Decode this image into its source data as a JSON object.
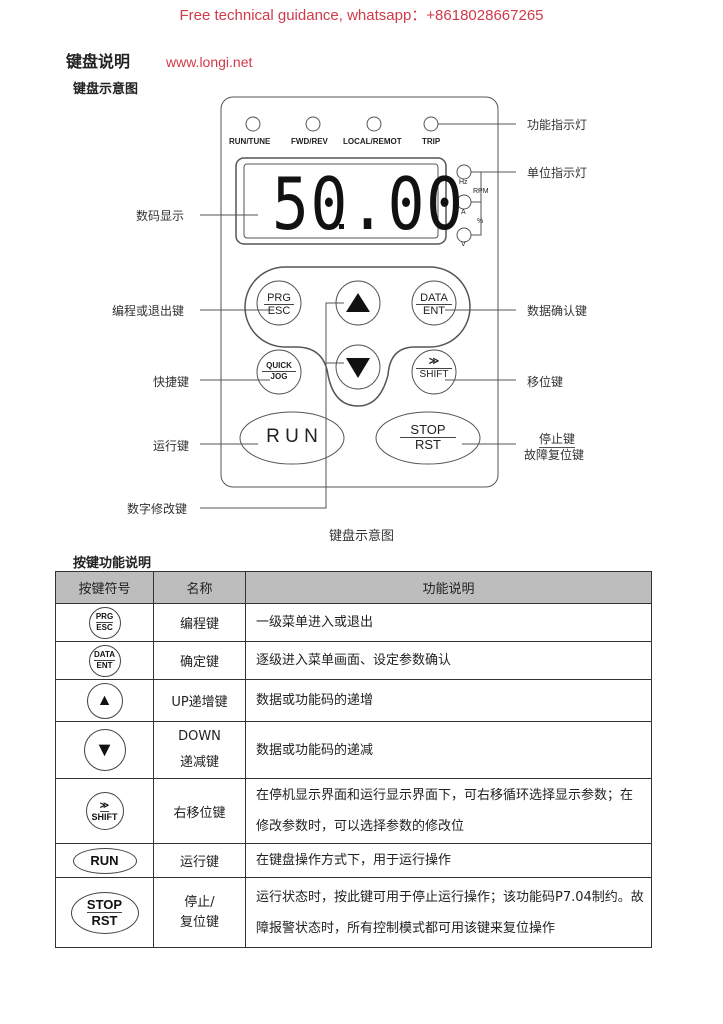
{
  "banner": "Free technical guidance, whatsapp：+8618028667265",
  "title": "键盘说明",
  "url": "www.longi.net",
  "diagram": {
    "heading": "键盘示意图",
    "caption": "键盘示意图",
    "indicators": [
      "RUN/TUNE",
      "FWD/REV",
      "LOCAL/REMOT",
      "TRIP"
    ],
    "display_value": "50.00",
    "unit_labels": {
      "hz": "Hz",
      "rpm": "RPM",
      "a": "A",
      "pct": "%",
      "v": "V"
    },
    "keys": {
      "prg_top": "PRG",
      "prg_bottom": "ESC",
      "data_top": "DATA",
      "data_bottom": "ENT",
      "quick_top": "QUICK",
      "quick_bottom": "JOG",
      "shift_top": "≫",
      "shift_bottom": "SHIFT",
      "run": "R U N",
      "stop_top": "STOP",
      "stop_bottom": "RST",
      "up": "▲",
      "down": "▼"
    },
    "callouts": {
      "func_indicator": "功能指示灯",
      "unit_indicator": "单位指示灯",
      "digital_display": "数码显示",
      "prg_esc": "编程或退出键",
      "data_ent": "数据确认键",
      "quick": "快捷键",
      "shift": "移位键",
      "run": "运行键",
      "stop_line1": "停止键",
      "stop_line2": "故障复位键",
      "digit_modify": "数字修改键"
    }
  },
  "table": {
    "heading": "按键功能说明",
    "headers": [
      "按键符号",
      "名称",
      "功能说明"
    ],
    "rows": [
      {
        "sym_top": "PRG",
        "sym_bottom": "ESC",
        "name": "编程键",
        "desc": "一级菜单进入或退出"
      },
      {
        "sym_top": "DATA",
        "sym_bottom": "ENT",
        "name": "确定键",
        "desc": "逐级进入菜单画面、设定参数确认"
      },
      {
        "sym": "▲",
        "name": "UP递增键",
        "desc": "数据或功能码的递增"
      },
      {
        "sym": "▼",
        "name": "DOWN递减键",
        "desc": "数据或功能码的递减"
      },
      {
        "sym_top": "≫",
        "sym_bottom": "SHIFT",
        "name": "右移位键",
        "desc": "在停机显示界面和运行显示界面下，可右移循环选择显示参数；在修改参数时，可以选择参数的修改位"
      },
      {
        "sym": "RUN",
        "name": "运行键",
        "desc": "在键盘操作方式下，用于运行操作"
      },
      {
        "sym_top": "STOP",
        "sym_bottom": "RST",
        "name": "停止/复位键",
        "desc": "运行状态时，按此键可用于停止运行操作；该功能码P7.04制约。故障报警状态时，所有控制模式都可用该键来复位操作"
      }
    ]
  }
}
